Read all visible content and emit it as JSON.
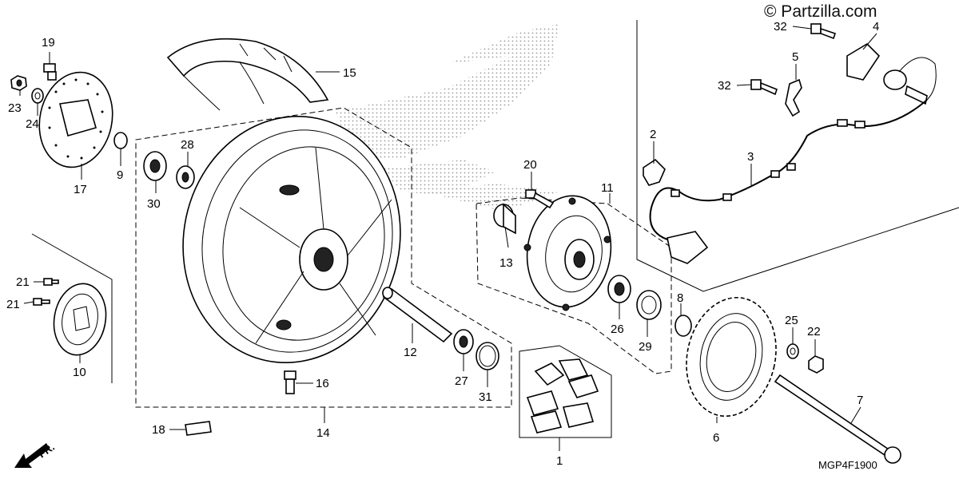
{
  "watermark": "© Partzilla.com",
  "diagram_code": "MGP4F1900",
  "front_label": "FR.",
  "callouts": [
    "1",
    "2",
    "3",
    "4",
    "5",
    "6",
    "7",
    "8",
    "9",
    "10",
    "11",
    "12",
    "13",
    "14",
    "15",
    "16",
    "17",
    "18",
    "19",
    "20",
    "21",
    "21",
    "22",
    "23",
    "24",
    "25",
    "26",
    "27",
    "28",
    "29",
    "30",
    "31",
    "32",
    "32"
  ]
}
